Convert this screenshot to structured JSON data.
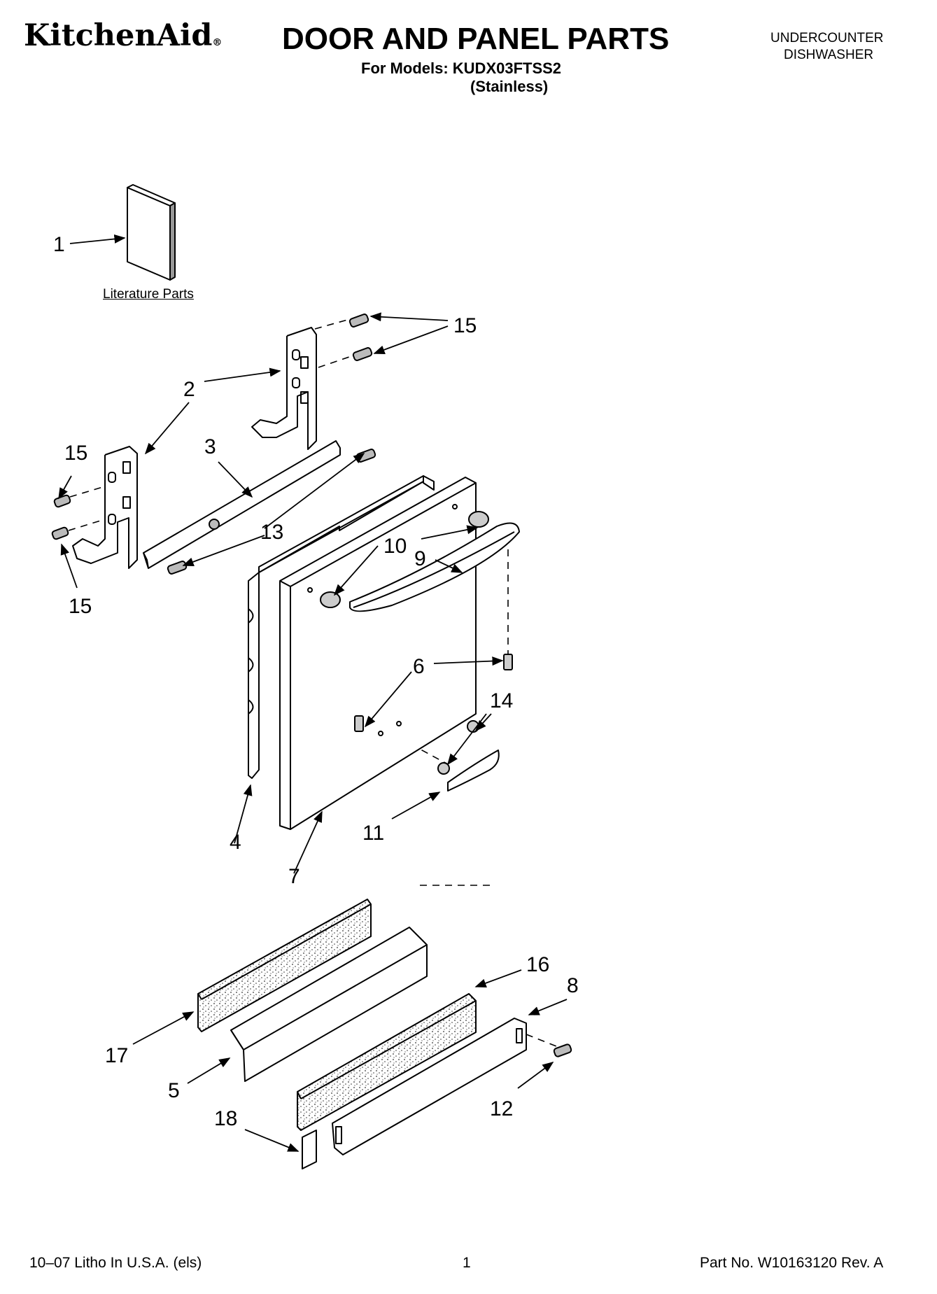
{
  "header": {
    "brand": "KitchenAid",
    "brand_mark": "®",
    "title": "DOOR AND PANEL PARTS",
    "models_line": "For Models: KUDX03FTSS2",
    "finish": "(Stainless)",
    "appliance_type_line1": "UNDERCOUNTER",
    "appliance_type_line2": "DISHWASHER"
  },
  "diagram": {
    "literature_label": "Literature Parts",
    "callouts": {
      "c1": "1",
      "c2": "2",
      "c3": "3",
      "c4": "4",
      "c5": "5",
      "c6": "6",
      "c7": "7",
      "c8": "8",
      "c9": "9",
      "c10": "10",
      "c11": "11",
      "c12": "12",
      "c13": "13",
      "c14": "14",
      "c15a": "15",
      "c15b": "15",
      "c15c": "15",
      "c16": "16",
      "c17": "17",
      "c18": "18"
    }
  },
  "footer": {
    "print_info": "10–07 Litho In U.S.A. (els)",
    "page_number": "1",
    "part_number": "Part No. W10163120 Rev. A"
  }
}
